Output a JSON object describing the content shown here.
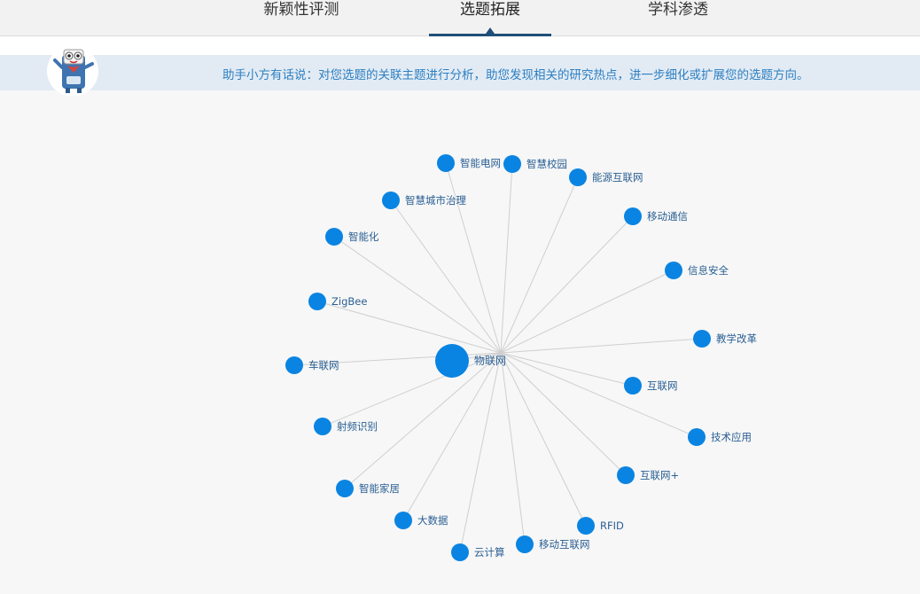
{
  "tabs": [
    {
      "label": "新颖性评测",
      "active": false
    },
    {
      "label": "选题拓展",
      "active": true
    },
    {
      "label": "学科渗透",
      "active": false
    }
  ],
  "assistant": {
    "tip": "助手小方有话说：对您选题的关联主题进行分析，助您发现相关的研究热点，进一步细化或扩展您的选题方向。",
    "avatar_icon": "assistant-mascot-icon"
  },
  "graph": {
    "center": {
      "label": "物联网"
    },
    "nodes": [
      {
        "label": "智能电网"
      },
      {
        "label": "智慧校园"
      },
      {
        "label": "能源互联网"
      },
      {
        "label": "移动通信"
      },
      {
        "label": "信息安全"
      },
      {
        "label": "教学改革"
      },
      {
        "label": "互联网"
      },
      {
        "label": "技术应用"
      },
      {
        "label": "互联网+"
      },
      {
        "label": "RFID"
      },
      {
        "label": "移动互联网"
      },
      {
        "label": "云计算"
      },
      {
        "label": "大数据"
      },
      {
        "label": "智能家居"
      },
      {
        "label": "射频识别"
      },
      {
        "label": "车联网"
      },
      {
        "label": "ZigBee"
      },
      {
        "label": "智能化"
      },
      {
        "label": "智慧城市治理"
      }
    ],
    "colors": {
      "node": "#0a84e2",
      "edge": "#cfcfcf",
      "label": "#2a5f93"
    }
  }
}
